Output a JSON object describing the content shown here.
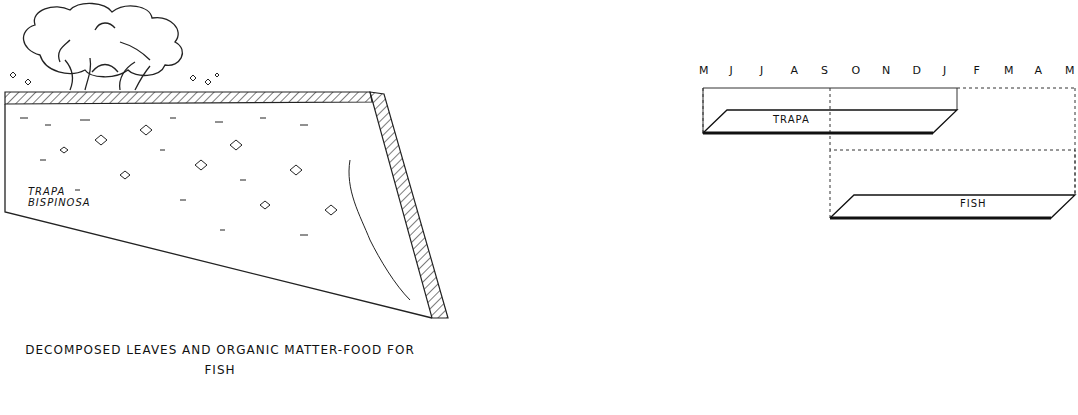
{
  "diagram": {
    "caption": "DECOMPOSED LEAVES AND ORGANIC MATTER-FOOD FOR FISH",
    "nodes": [
      {
        "text": [
          "TRAPA"
        ]
      },
      {
        "text": [
          "FISH"
        ]
      }
    ],
    "labels": [
      "TRAPA BISPINOSA",
      "M",
      "J",
      "J",
      "A",
      "S",
      "O",
      "N",
      "D",
      "J",
      "F",
      "M",
      "A",
      "M"
    ]
  }
}
